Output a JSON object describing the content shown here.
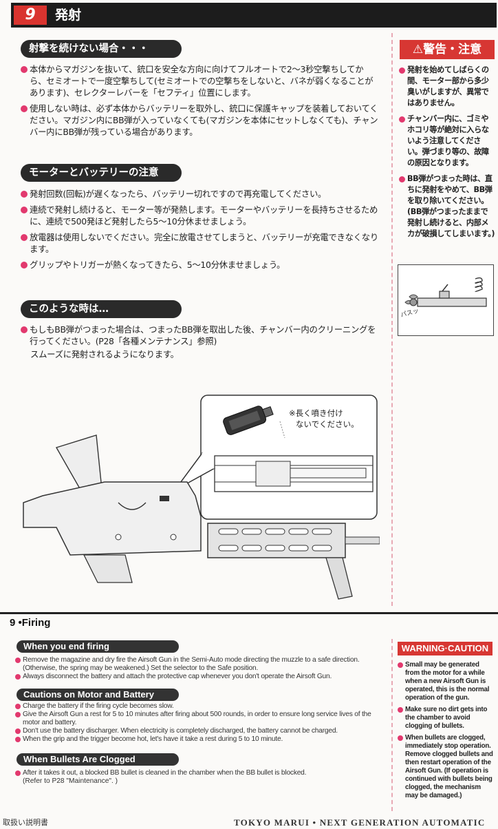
{
  "jp": {
    "section_number": "9",
    "title": "発射",
    "sections": [
      {
        "heading": "射撃を続けない場合・・・",
        "items": [
          "本体からマガジンを抜いて、銃口を安全な方向に向けてフルオートで2〜3秒空撃ちしてから、セミオートで一度空撃ちして(セミオートでの空撃ちをしないと、バネが弱くなることがあります)、セレクターレバーを「セフティ」位置にします。",
          "使用しない時は、必ず本体からバッテリーを取外し、銃口に保護キャップを装着しておいてください。マガジン内にBB弾が入っていなくても(マガジンを本体にセットしなくても)、チャンバー内にBB弾が残っている場合があります。"
        ]
      },
      {
        "heading": "モーターとバッテリーの注意",
        "items": [
          "発射回数(回転)が遅くなったら、バッテリー切れですので再充電してください。",
          "連続で発射し続けると、モーター等が発熱します。モーターやバッテリーを長持ちさせるために、連続で500発ほど発射したら5〜10分休ませましょう。",
          "放電器は使用しないでください。完全に放電させてしまうと、バッテリーが充電できなくなります。",
          "グリップやトリガーが熱くなってきたら、5〜10分休ませましょう。"
        ]
      },
      {
        "heading": "このような時は…",
        "items": [
          "もしもBB弾がつまった場合は、つまったBB弾を取出した後、チャンバー内のクリーニングを行ってください。(P28「各種メンテナンス」参照)"
        ],
        "note": "スムーズに発射されるようになります。"
      }
    ],
    "warning": {
      "badge": "警告・注意",
      "items": [
        "発射を始めてしばらくの間、モーター部から多少臭いがしますが、異常ではありません。",
        "チャンバー内に、ゴミやホコリ等が絶対に入らないよう注意してください。弾づまり等の、故障の原因となります。",
        "BB弾がつまった時は、直ちに発射をやめて、BB弾を取り除いてください。(BB弾がつまったままで発射し続けると、内部メカが破損してしまいます。)"
      ],
      "figure_label": "パスッ"
    },
    "callout": {
      "line1": "※長く噴き付け",
      "line2": "ないでください。"
    }
  },
  "en": {
    "title": "9 •Firing",
    "sections": [
      {
        "heading": "When you end firing",
        "items": [
          "Remove the magazine and dry fire the Airsoft Gun in the Semi-Auto mode directing the muzzle to a safe direction. (Otherwise, the spring may be weakened.) Set the selector to the Safe position.",
          "Always disconnect the battery and attach the protective cap whenever you don't operate the Airsoft Gun."
        ]
      },
      {
        "heading": "Cautions on Motor and Battery",
        "items": [
          "Charge the battery if the firing cycle becomes slow.",
          "Give the Airsoft Gun a rest for 5 to 10 minutes after firing about 500 rounds, in order to ensure long service lives of the motor and battery.",
          "Don't use the battery discharger. When electricity is completely discharged, the battery cannot be charged.",
          "When the grip and the trigger become hot, let's have it take a rest during 5 to 10 minute."
        ]
      },
      {
        "heading": "When Bullets Are Clogged",
        "items": [
          "After it takes it out, a blocked BB bullet is cleaned in the chamber when the BB bullet is blocked."
        ],
        "note": "(Refer to P28 \"Maintenance\". )"
      }
    ],
    "warning": {
      "badge": "WARNING·CAUTION",
      "items": [
        "Small may be generated from the motor for a while when a new Airsoft Gun is operated, this is the normal operation of the gun.",
        "Make sure no dirt gets into the chamber to avoid clogging of bullets.",
        "When bullets are clogged, immediately stop operation. Remove clogged bullets and then restart operation of the Airsoft Gun. (If operation is continued with bullets being clogged, the mechanism may be damaged.)"
      ]
    }
  },
  "footer": {
    "left": "取扱い説明書",
    "right": "TOKYO MARUI • NEXT GENERATION AUTOMATIC"
  },
  "colors": {
    "accent_red": "#d73733",
    "bullet_pink": "#e2396e",
    "bar_dark": "#1c1c1c"
  }
}
